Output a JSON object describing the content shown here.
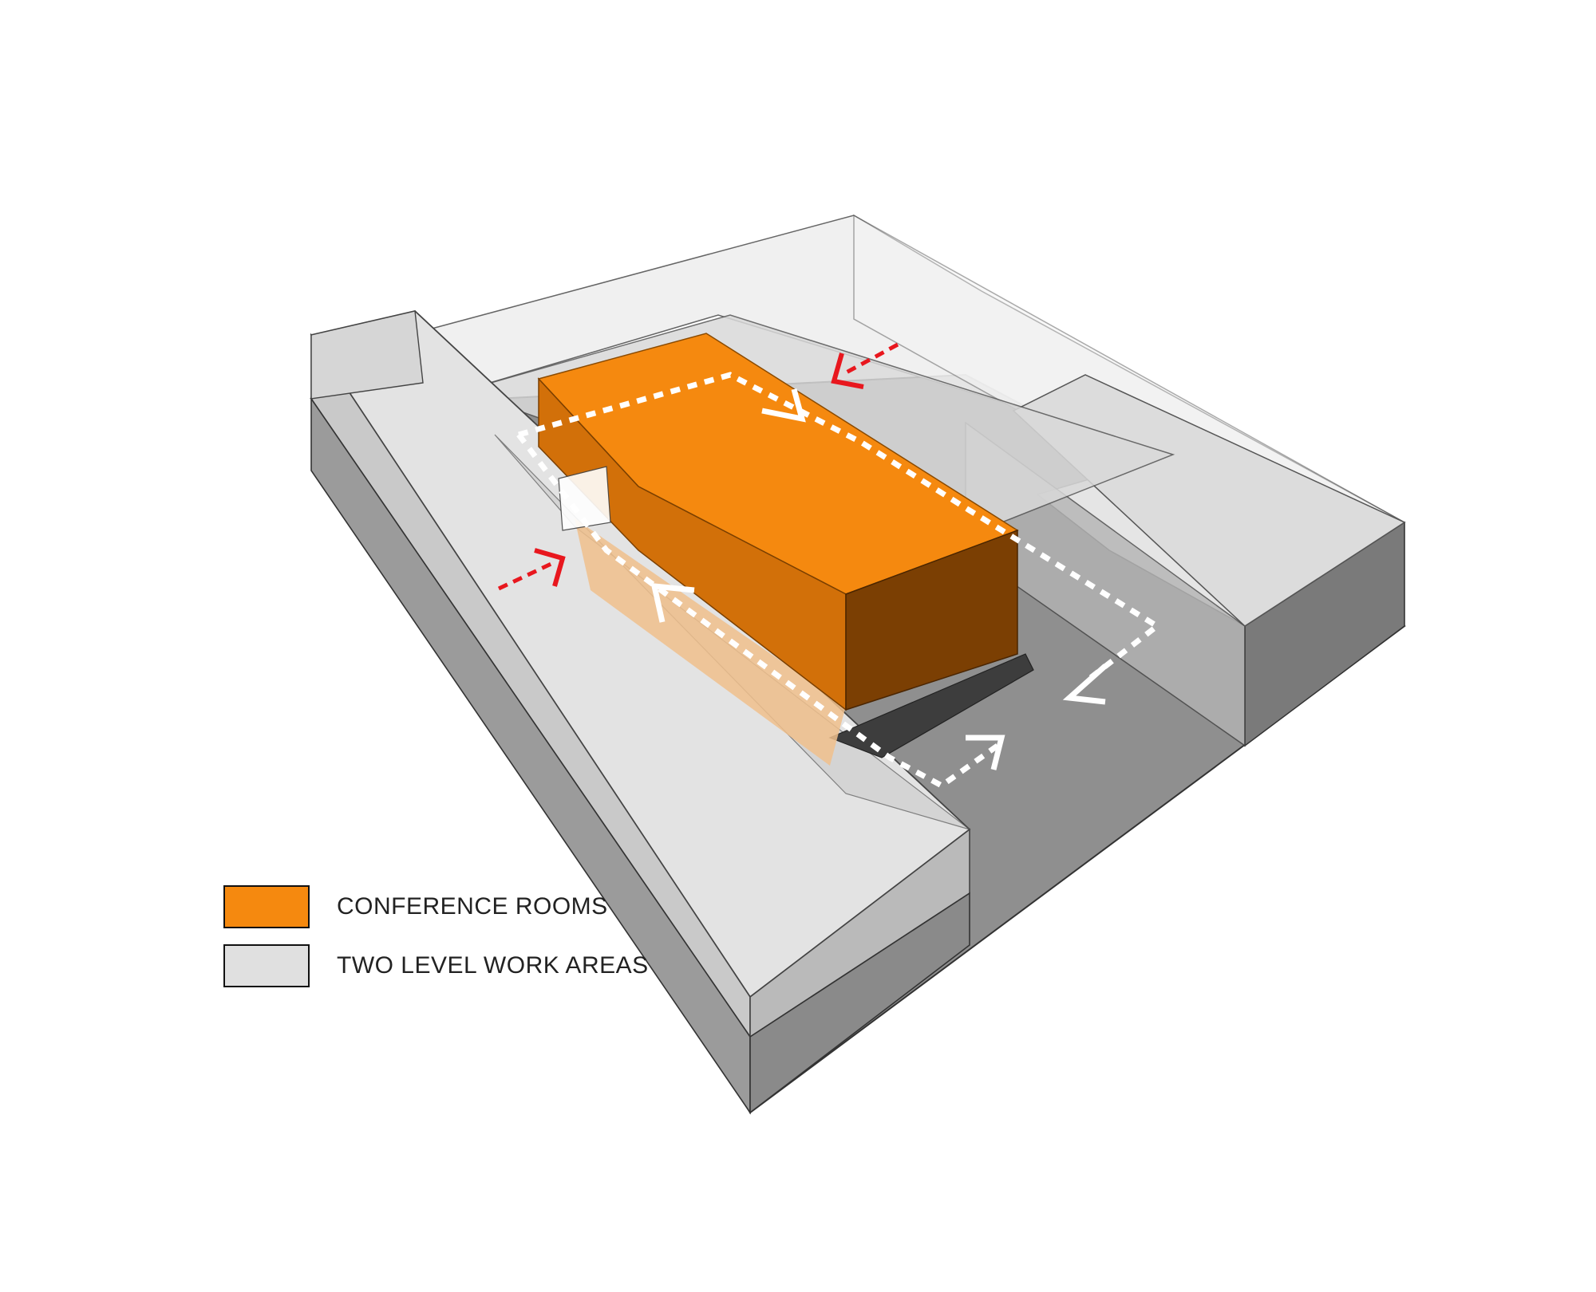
{
  "legend": {
    "items": [
      {
        "label": "CONFERENCE ROOMS",
        "color": "#f5890f"
      },
      {
        "label": "TWO LEVEL WORK AREAS",
        "color": "#e0e0e0"
      }
    ]
  },
  "colors": {
    "conference": "#f5890f",
    "work_area": "#e0e0e0",
    "circulation_path": "#ffffff",
    "entry_arrows": "#e8171e"
  },
  "annotations": {
    "entry_arrow_count": 2,
    "circulation_arrow_count": 4
  }
}
